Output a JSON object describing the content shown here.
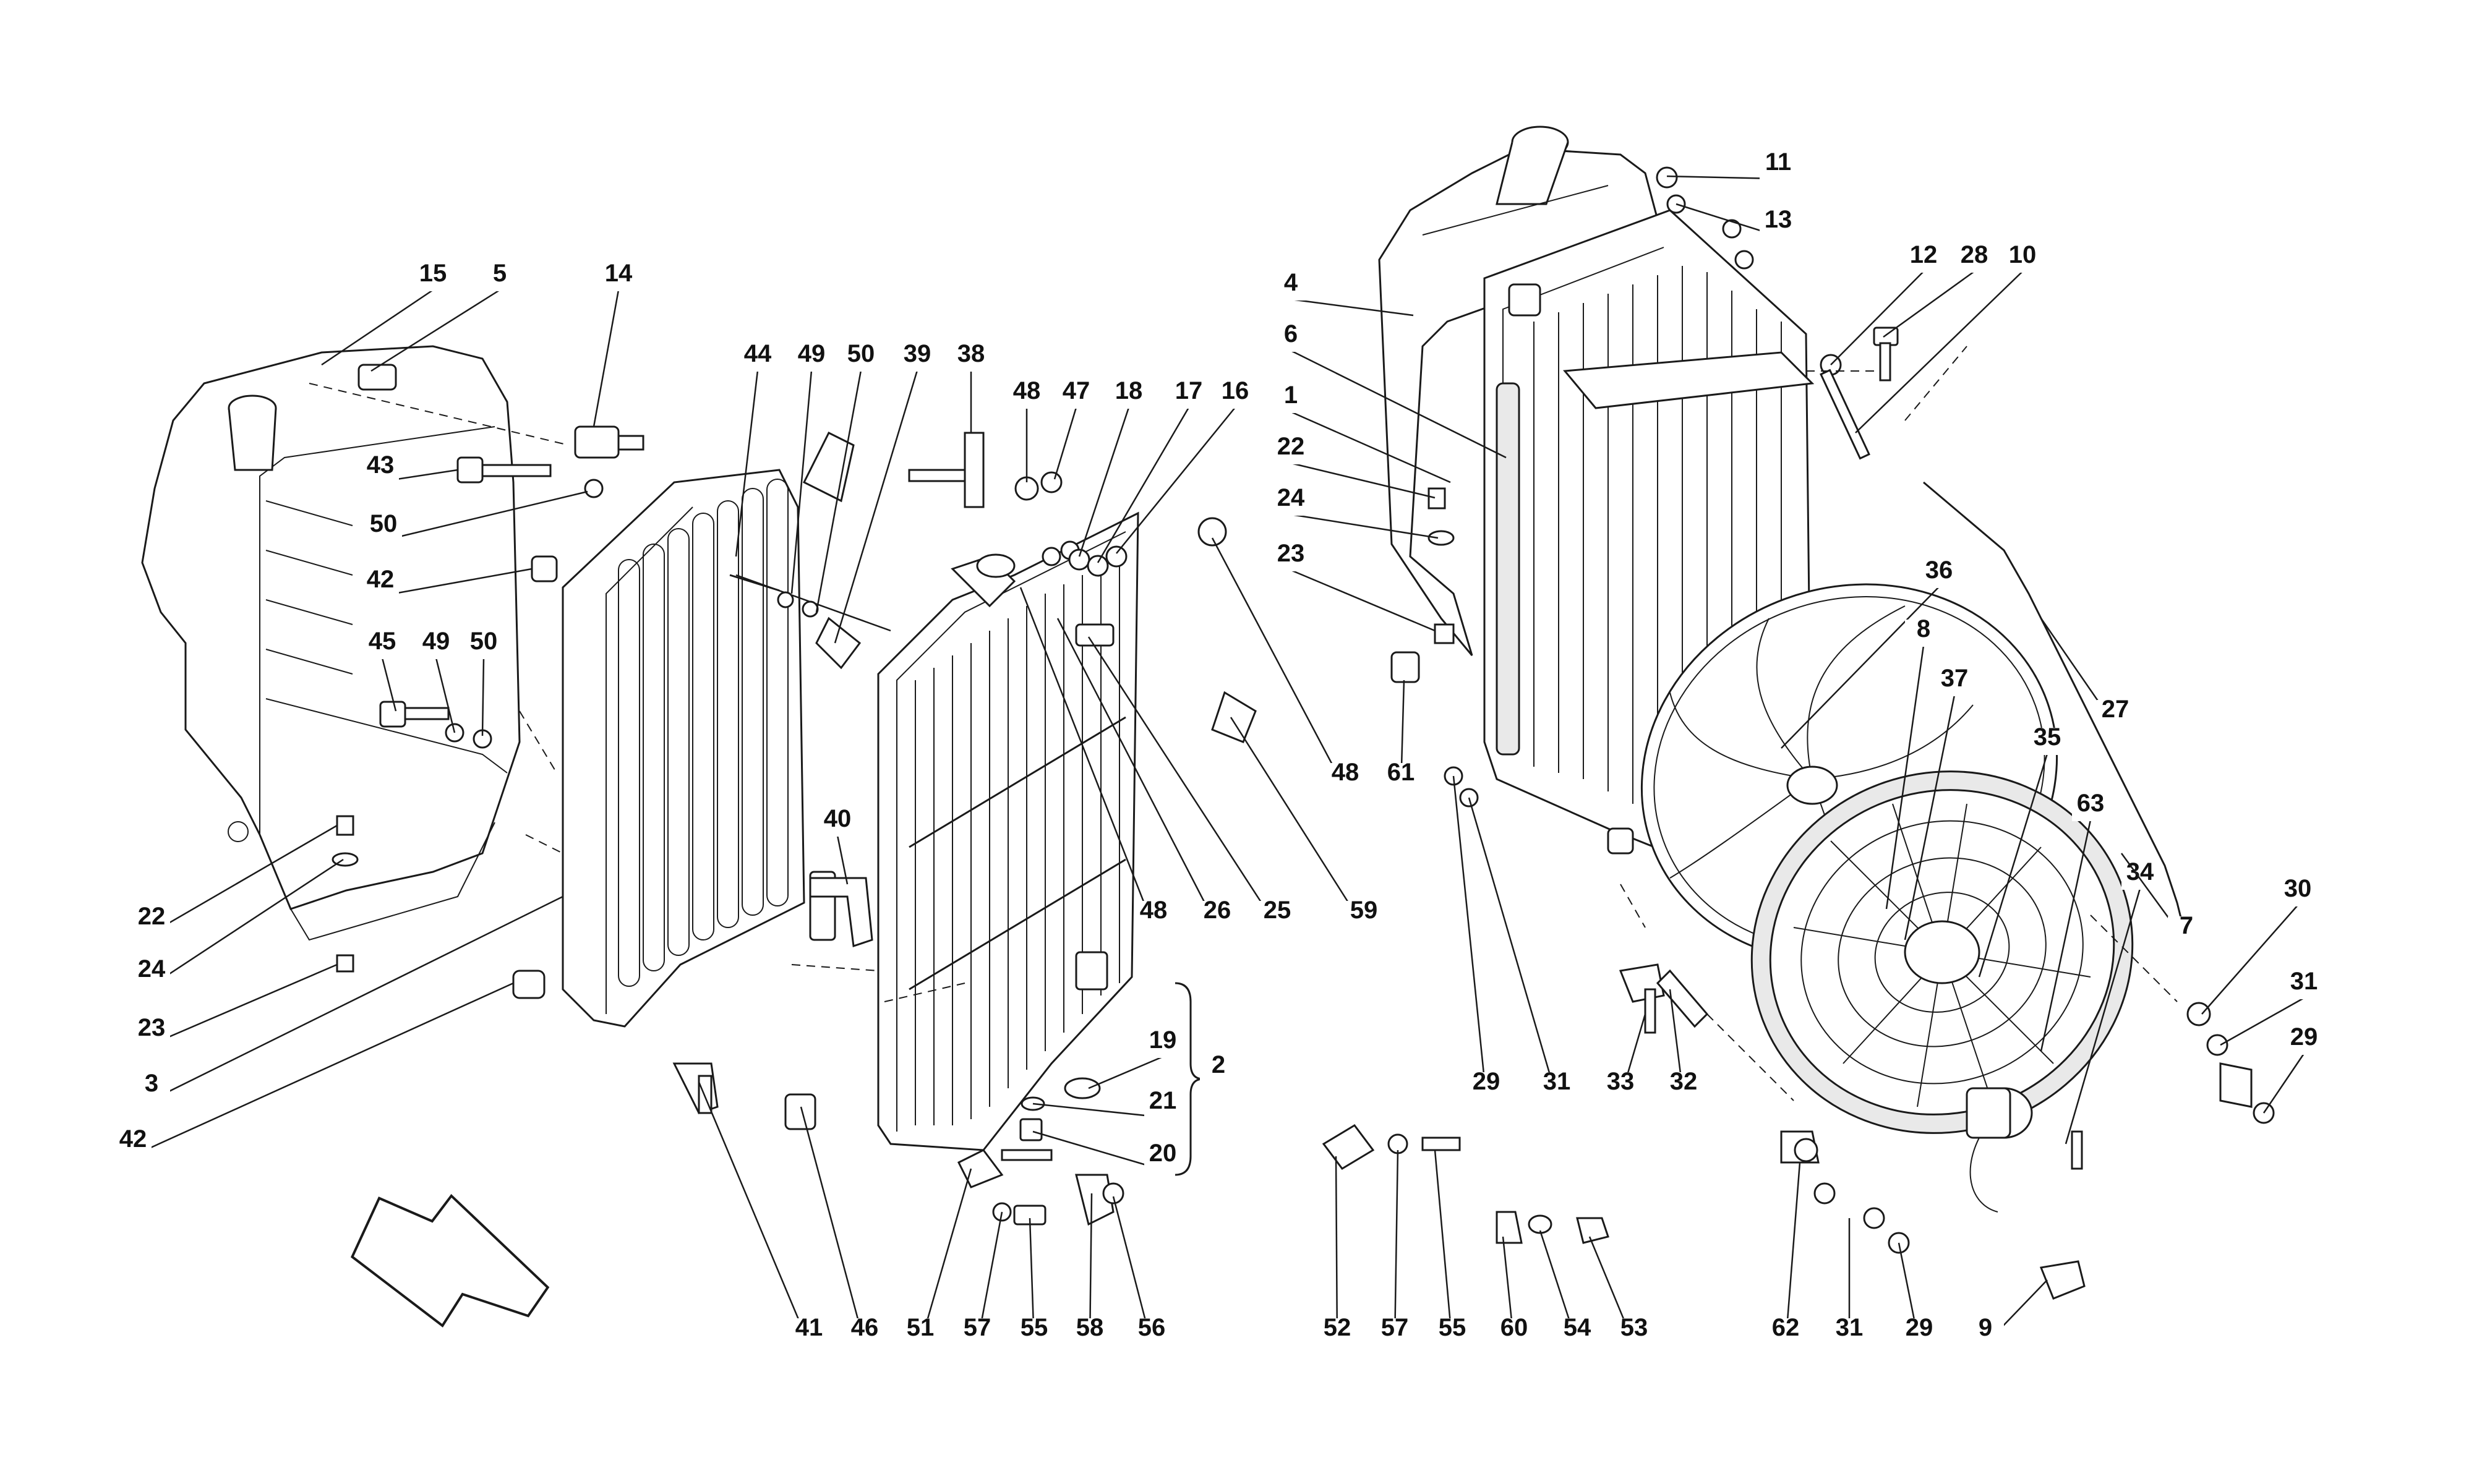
{
  "callouts": [
    "15",
    "5",
    "14",
    "44",
    "49",
    "50",
    "39",
    "38",
    "48",
    "47",
    "18",
    "17",
    "16",
    "43",
    "50",
    "42",
    "45",
    "49",
    "50",
    "22",
    "24",
    "23",
    "3",
    "42",
    "40",
    "48",
    "26",
    "25",
    "59",
    "41",
    "46",
    "51",
    "57",
    "55",
    "58",
    "56",
    "19",
    "21",
    "20",
    "2",
    "11",
    "13",
    "4",
    "6",
    "12",
    "28",
    "10",
    "1",
    "22",
    "24",
    "23",
    "61",
    "48",
    "36",
    "8",
    "37",
    "35",
    "27",
    "63",
    "34",
    "7",
    "30",
    "31",
    "29",
    "29",
    "31",
    "33",
    "32",
    "52",
    "57",
    "55",
    "60",
    "54",
    "53",
    "62",
    "31",
    "29",
    "9"
  ],
  "left_assembly": {
    "shroud_callouts": [
      "15",
      "5",
      "43",
      "50",
      "42",
      "45",
      "49",
      "50",
      "22",
      "24",
      "23",
      "3",
      "42"
    ],
    "core_callouts": [
      "14",
      "44",
      "49",
      "50",
      "39",
      "38",
      "40",
      "41",
      "46"
    ],
    "radiator_callouts": [
      "48",
      "47",
      "18",
      "17",
      "16",
      "48",
      "26",
      "25",
      "59",
      "19",
      "21",
      "20",
      "2",
      "51",
      "57",
      "55",
      "58",
      "56"
    ]
  },
  "right_assembly": {
    "radiator_callouts": [
      "11",
      "13",
      "4",
      "6",
      "1",
      "22",
      "24",
      "23",
      "61",
      "48",
      "12",
      "28",
      "10",
      "29",
      "31",
      "33",
      "32"
    ],
    "fan_callouts": [
      "36",
      "8",
      "37",
      "35",
      "27",
      "63",
      "34",
      "7",
      "30",
      "31",
      "29",
      "62",
      "31",
      "29",
      "9"
    ],
    "loose_parts_callouts": [
      "52",
      "57",
      "55",
      "60",
      "54",
      "53"
    ]
  },
  "direction_arrow": "forward-direction-arrow"
}
